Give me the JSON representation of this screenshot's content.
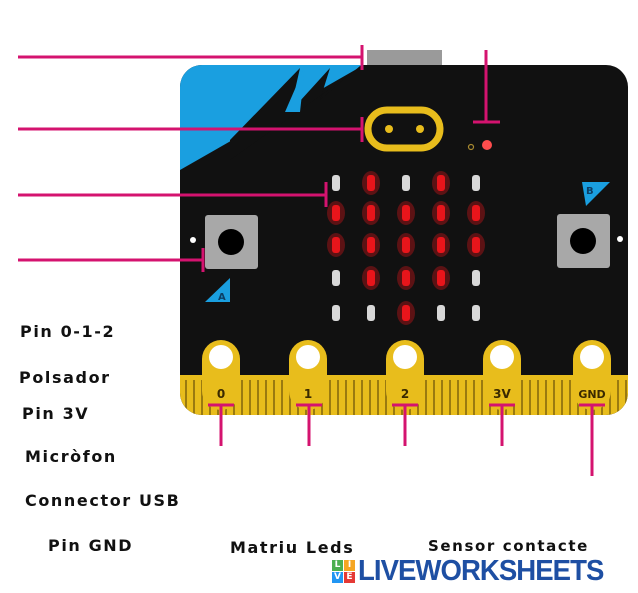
{
  "labels": [
    "Pin 0-1-2",
    "Polsador",
    "Pin 3V",
    "Micròfon",
    "Connector USB",
    "Pin GND",
    "Matriu Leds",
    "Sensor contacte"
  ],
  "pins": [
    "0",
    "1",
    "2",
    "3V",
    "GND"
  ],
  "buttons": {
    "a": "A",
    "b": "B"
  },
  "led_matrix": [
    [
      0,
      1,
      0,
      1,
      0
    ],
    [
      1,
      1,
      1,
      1,
      1
    ],
    [
      1,
      1,
      1,
      1,
      1
    ],
    [
      0,
      1,
      1,
      1,
      0
    ],
    [
      0,
      0,
      1,
      0,
      0
    ]
  ],
  "colors": {
    "board": "#111111",
    "accent": "#1a9fe0",
    "gold": "#e8bd1c",
    "line": "#d4136f",
    "led_on": "#e8151b",
    "led_off": "#d8d8d8"
  },
  "logo": {
    "letters": [
      "L",
      "I",
      "V",
      "E"
    ],
    "text": "LIVEWORKSHEETS"
  }
}
